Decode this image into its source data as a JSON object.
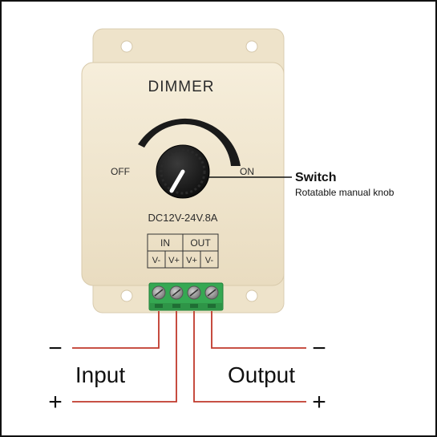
{
  "device": {
    "title": "DIMMER",
    "off_label": "OFF",
    "on_label": "ON",
    "rating": "DC12V-24V.8A",
    "terminals": {
      "in_label": "IN",
      "out_label": "OUT",
      "pins": [
        "V-",
        "V+",
        "V+",
        "V-"
      ]
    }
  },
  "callout": {
    "title": "Switch",
    "subtitle": "Rotatable manual knob"
  },
  "wiring": {
    "input_label": "Input",
    "output_label": "Output",
    "minus_sign": "−",
    "plus_sign": "+"
  },
  "colors": {
    "housing": "#f1e6cf",
    "terminal_green": "#35a852",
    "wire_red": "#c0392b",
    "knob": "#1a1a1a",
    "text_dark": "#2b2b2b"
  }
}
